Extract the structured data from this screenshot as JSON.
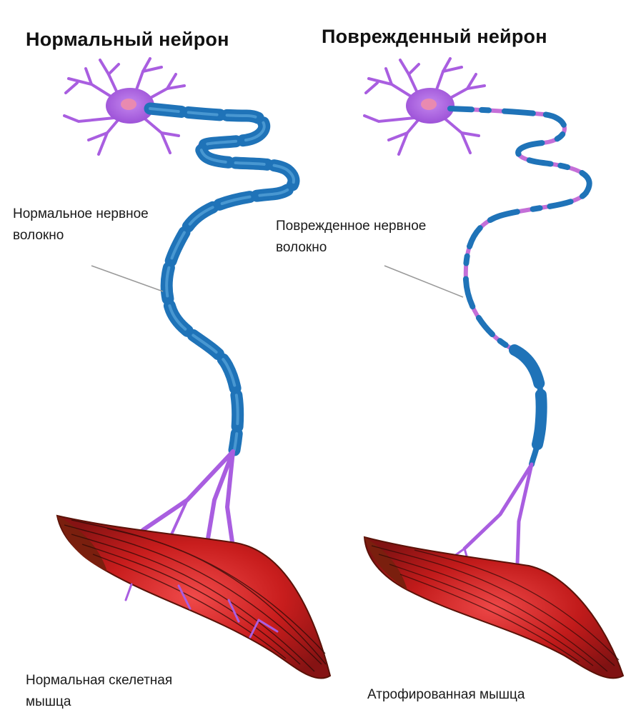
{
  "titles": {
    "normal": "Нормальный нейрон",
    "damaged": "Поврежденный нейрон"
  },
  "labels": {
    "normal_fiber": [
      "Нормальное нервное",
      "волокно"
    ],
    "damaged_fiber": [
      "Поврежденное нервное",
      "волокно"
    ],
    "normal_muscle": [
      "Нормальная скелетная",
      "мышца"
    ],
    "atrophied_muscle": "Атрофированная мышца"
  },
  "colors": {
    "neuron_body": "#a95ee0",
    "nucleus": "#e98ab0",
    "myelin": "#1f73b8",
    "myelin_light": "#5aa6dc",
    "node_of_ranvier": "#c46fd8",
    "muscle": "#c81d1d",
    "muscle_dark": "#7a1f0e",
    "leader_line": "#9a9a9a"
  }
}
